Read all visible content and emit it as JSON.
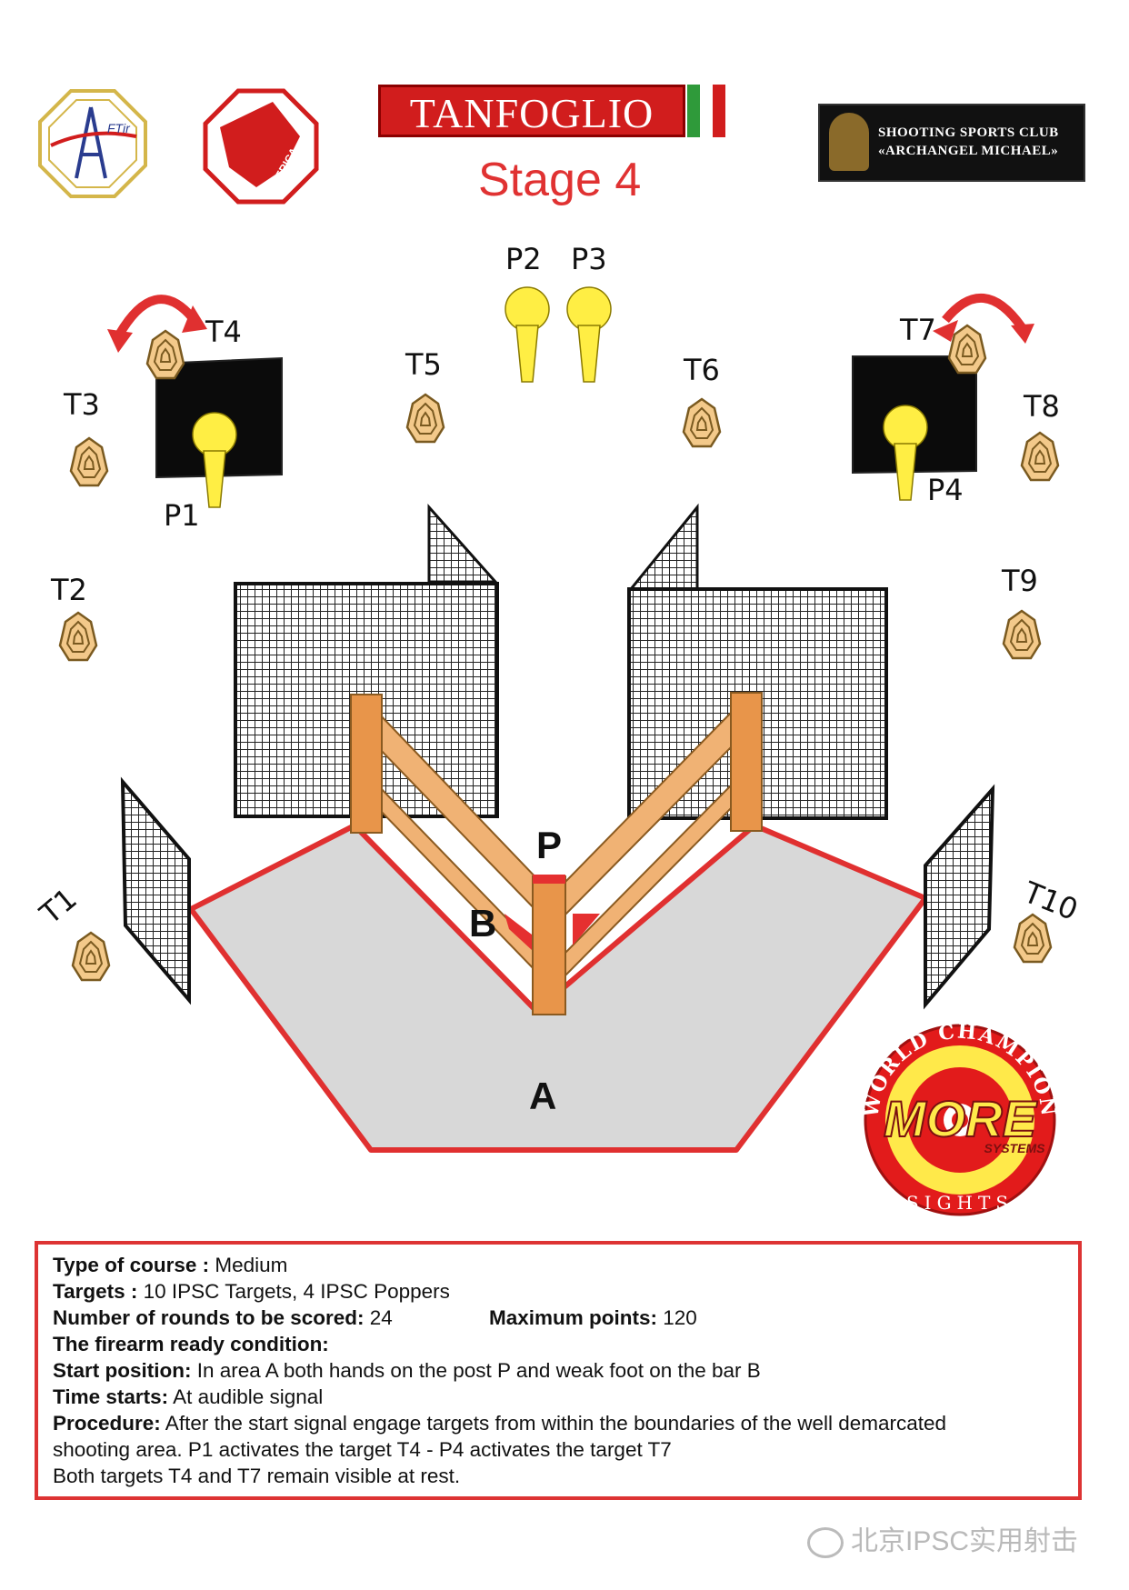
{
  "header": {
    "brand": "TANFOGLIO",
    "stage_title": "Stage 4",
    "club_line1": "SHOOTING SPORTS CLUB",
    "club_line2": "«ARCHANGEL MICHAEL»",
    "logo1_text": "FTir",
    "logo2_text": "AMERICA"
  },
  "diagram": {
    "targets": [
      "T1",
      "T2",
      "T3",
      "T4",
      "T5",
      "T6",
      "T7",
      "T8",
      "T9",
      "T10"
    ],
    "poppers": [
      "P1",
      "P2",
      "P3",
      "P4"
    ],
    "post_label": "P",
    "bar_label": "B",
    "area_label": "A"
  },
  "sponsor": {
    "arc_text": "WORLD CHAMPION",
    "brand": "MORE",
    "sub": "SYSTEMS",
    "bottom": "SIGHTS"
  },
  "info": {
    "course_label": "Type of course :",
    "course_value": " Medium",
    "targets_label": "Targets :",
    "targets_value": "  10 IPSC Targets, 4 IPSC Poppers",
    "rounds_label": "Number of rounds to be scored:",
    "rounds_value": " 24",
    "maxpoints_label": "Maximum points:",
    "maxpoints_value": " 120",
    "ready_label": "The firearm ready condition:",
    "start_label": "Start position:",
    "start_value": " In area A both hands on the post P and weak foot on the bar B",
    "time_label": "Time starts:",
    "time_value": "  At audible signal",
    "procedure_label": "Procedure:",
    "procedure_value1": " After the start signal engage targets from within the boundaries of the well demarcated",
    "procedure_value2": "shooting area. P1 activates the target T4 - P4 activates the target T7",
    "procedure_value3": "Both targets T4 and T7 remain visible at rest."
  },
  "watermark": "北京IPSC实用射击",
  "colors": {
    "accent_red": "#d33333",
    "target_tan": "#f3c98a",
    "popper_yellow": "#ffee44",
    "post_orange": "#e8954a"
  }
}
